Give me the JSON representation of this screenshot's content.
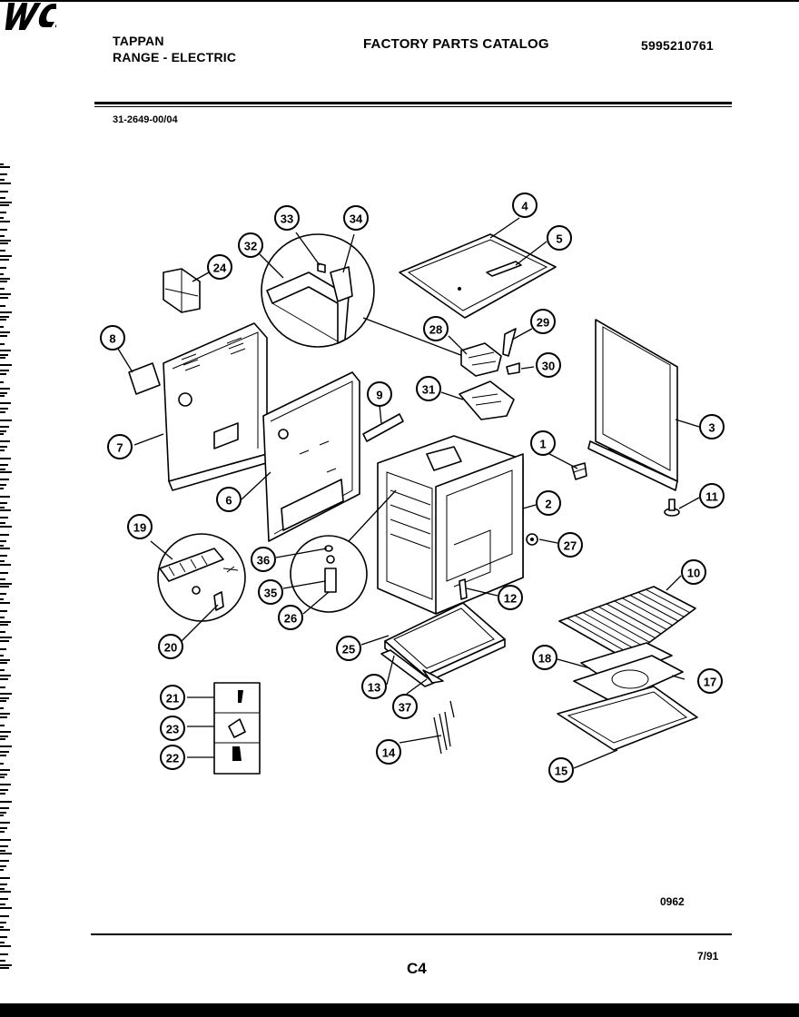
{
  "header": {
    "brand": "TAPPAN",
    "product": "RANGE - ELECTRIC",
    "logo_text": "WCI",
    "catalog_title": "FACTORY PARTS CATALOG",
    "catalog_number": "5995210761"
  },
  "model_number": "31-2649-00/04",
  "callouts": [
    {
      "label": "1"
    },
    {
      "label": "2"
    },
    {
      "label": "3"
    },
    {
      "label": "4"
    },
    {
      "label": "5"
    },
    {
      "label": "6"
    },
    {
      "label": "7"
    },
    {
      "label": "8"
    },
    {
      "label": "9"
    },
    {
      "label": "10"
    },
    {
      "label": "11"
    },
    {
      "label": "12"
    },
    {
      "label": "13"
    },
    {
      "label": "14"
    },
    {
      "label": "15"
    },
    {
      "label": "17"
    },
    {
      "label": "18"
    },
    {
      "label": "19"
    },
    {
      "label": "20"
    },
    {
      "label": "21"
    },
    {
      "label": "22"
    },
    {
      "label": "23"
    },
    {
      "label": "24"
    },
    {
      "label": "25"
    },
    {
      "label": "26"
    },
    {
      "label": "27"
    },
    {
      "label": "28"
    },
    {
      "label": "29"
    },
    {
      "label": "30"
    },
    {
      "label": "31"
    },
    {
      "label": "32"
    },
    {
      "label": "33"
    },
    {
      "label": "34"
    },
    {
      "label": "35"
    },
    {
      "label": "36"
    },
    {
      "label": "37"
    }
  ],
  "footer": {
    "drawing_code": "0962",
    "page_id": "C4",
    "date": "7/91"
  }
}
